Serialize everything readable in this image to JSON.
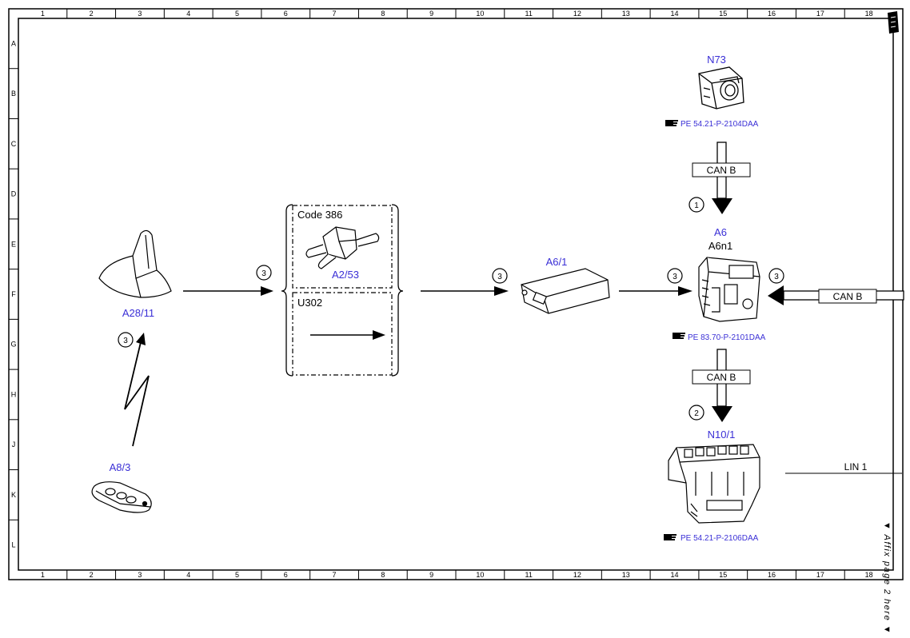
{
  "grid": {
    "columns": [
      "1",
      "2",
      "3",
      "4",
      "5",
      "6",
      "7",
      "8",
      "9",
      "10",
      "11",
      "12",
      "13",
      "14",
      "15",
      "16",
      "17",
      "18"
    ],
    "rows": [
      "A",
      "B",
      "C",
      "D",
      "E",
      "F",
      "G",
      "H",
      "J",
      "K",
      "L"
    ]
  },
  "side_note": "▼ Affix page 2 here ▼",
  "components": {
    "n73": "N73",
    "a6": "A6",
    "a6n1": "A6n1",
    "a6_1": "A6/1",
    "a2_53": "A2/53",
    "a28_11": "A28/11",
    "a8_3": "A8/3",
    "n10_1": "N10/1"
  },
  "references": {
    "n73": "PE 54.21-P-2104DAA",
    "a6": "PE 83.70-P-2101DAA",
    "n10_1": "PE 54.21-P-2106DAA"
  },
  "boxes": {
    "code": "Code 386",
    "u302": "U302"
  },
  "bus_labels": {
    "can_top": "CAN B",
    "can_right": "CAN B",
    "can_bottom": "CAN B",
    "lin": "LIN 1"
  },
  "step_numbers": {
    "s1": "1",
    "s2": "2",
    "s3_radio": "3",
    "s3_antenna": "3",
    "s3_module": "3",
    "s3_a6_left": "3",
    "s3_a6_right": "3"
  }
}
